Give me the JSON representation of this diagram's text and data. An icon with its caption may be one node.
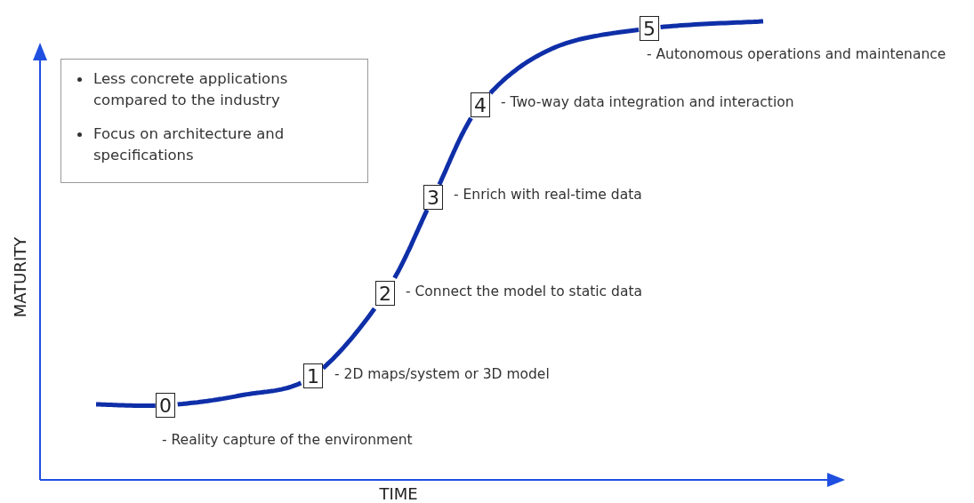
{
  "diagram": {
    "nodes": [
      {
        "text": [
          "0"
        ],
        "beside": [
          "- Reality capture of the environment"
        ]
      },
      {
        "text": [
          "1"
        ],
        "beside": [
          "- 2D maps/system or 3D model"
        ]
      },
      {
        "text": [
          "2"
        ],
        "beside": [
          "- Connect the model to static data"
        ]
      },
      {
        "text": [
          "3"
        ],
        "beside": [
          "- Enrich with real-time data"
        ]
      },
      {
        "text": [
          "4"
        ],
        "beside": [
          "- Two-way data integration and interaction"
        ]
      },
      {
        "text": [
          "5"
        ],
        "beside": [
          "- Autonomous operations and maintenance"
        ]
      },
      {
        "text": [
          "Less concrete applications compared to the industry",
          "Focus on architecture and specifications"
        ]
      }
    ],
    "edges": [
      {
        "from": 0,
        "to": 1,
        "arrow": "none"
      },
      {
        "from": 1,
        "to": 2,
        "arrow": "none"
      },
      {
        "from": 2,
        "to": 3,
        "arrow": "none"
      },
      {
        "from": 3,
        "to": 4,
        "arrow": "none"
      },
      {
        "from": 4,
        "to": 5,
        "arrow": "none"
      }
    ],
    "labels": [
      "MATURITY",
      "TIME"
    ]
  }
}
